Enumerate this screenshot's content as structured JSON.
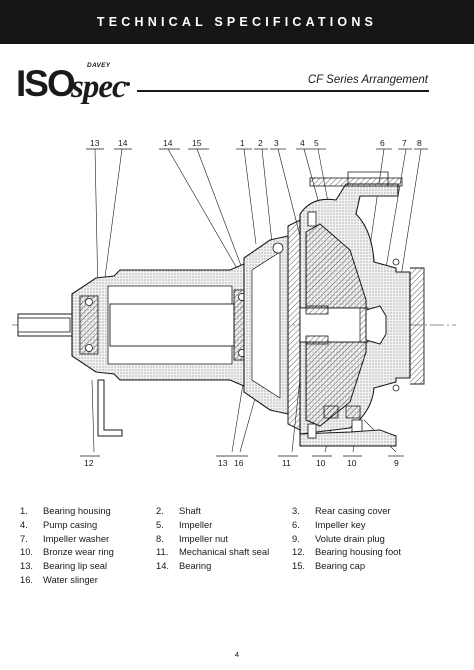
{
  "header": {
    "title": "TECHNICAL SPECIFICATIONS"
  },
  "logo": {
    "iso": "ISO",
    "spec": "spec",
    "brand": "DAVEY"
  },
  "subtitle": "CF Series Arrangement",
  "callouts_top": [
    "13",
    "14",
    "14",
    "15",
    "1",
    "2",
    "3",
    "4",
    "5",
    "6",
    "7",
    "8"
  ],
  "callouts_bottom": [
    "12",
    "13",
    "16",
    "11",
    "10",
    "10",
    "9"
  ],
  "legend": [
    {
      "num": "1.",
      "label": "Bearing housing"
    },
    {
      "num": "2.",
      "label": "Shaft"
    },
    {
      "num": "3.",
      "label": "Rear casing cover"
    },
    {
      "num": "4.",
      "label": "Pump casing"
    },
    {
      "num": "5.",
      "label": "Impeller"
    },
    {
      "num": "6.",
      "label": "Impeller key"
    },
    {
      "num": "7.",
      "label": "Impeller washer"
    },
    {
      "num": "8.",
      "label": "Impeller nut"
    },
    {
      "num": "9.",
      "label": "Volute drain plug"
    },
    {
      "num": "10.",
      "label": "Bronze wear ring"
    },
    {
      "num": "11.",
      "label": "Mechanical shaft seal"
    },
    {
      "num": "12.",
      "label": "Bearing housing foot"
    },
    {
      "num": "13.",
      "label": "Bearing lip seal"
    },
    {
      "num": "14.",
      "label": "Bearing"
    },
    {
      "num": "15.",
      "label": "Bearing cap"
    },
    {
      "num": "16.",
      "label": "Water slinger"
    }
  ],
  "page_number": "4"
}
